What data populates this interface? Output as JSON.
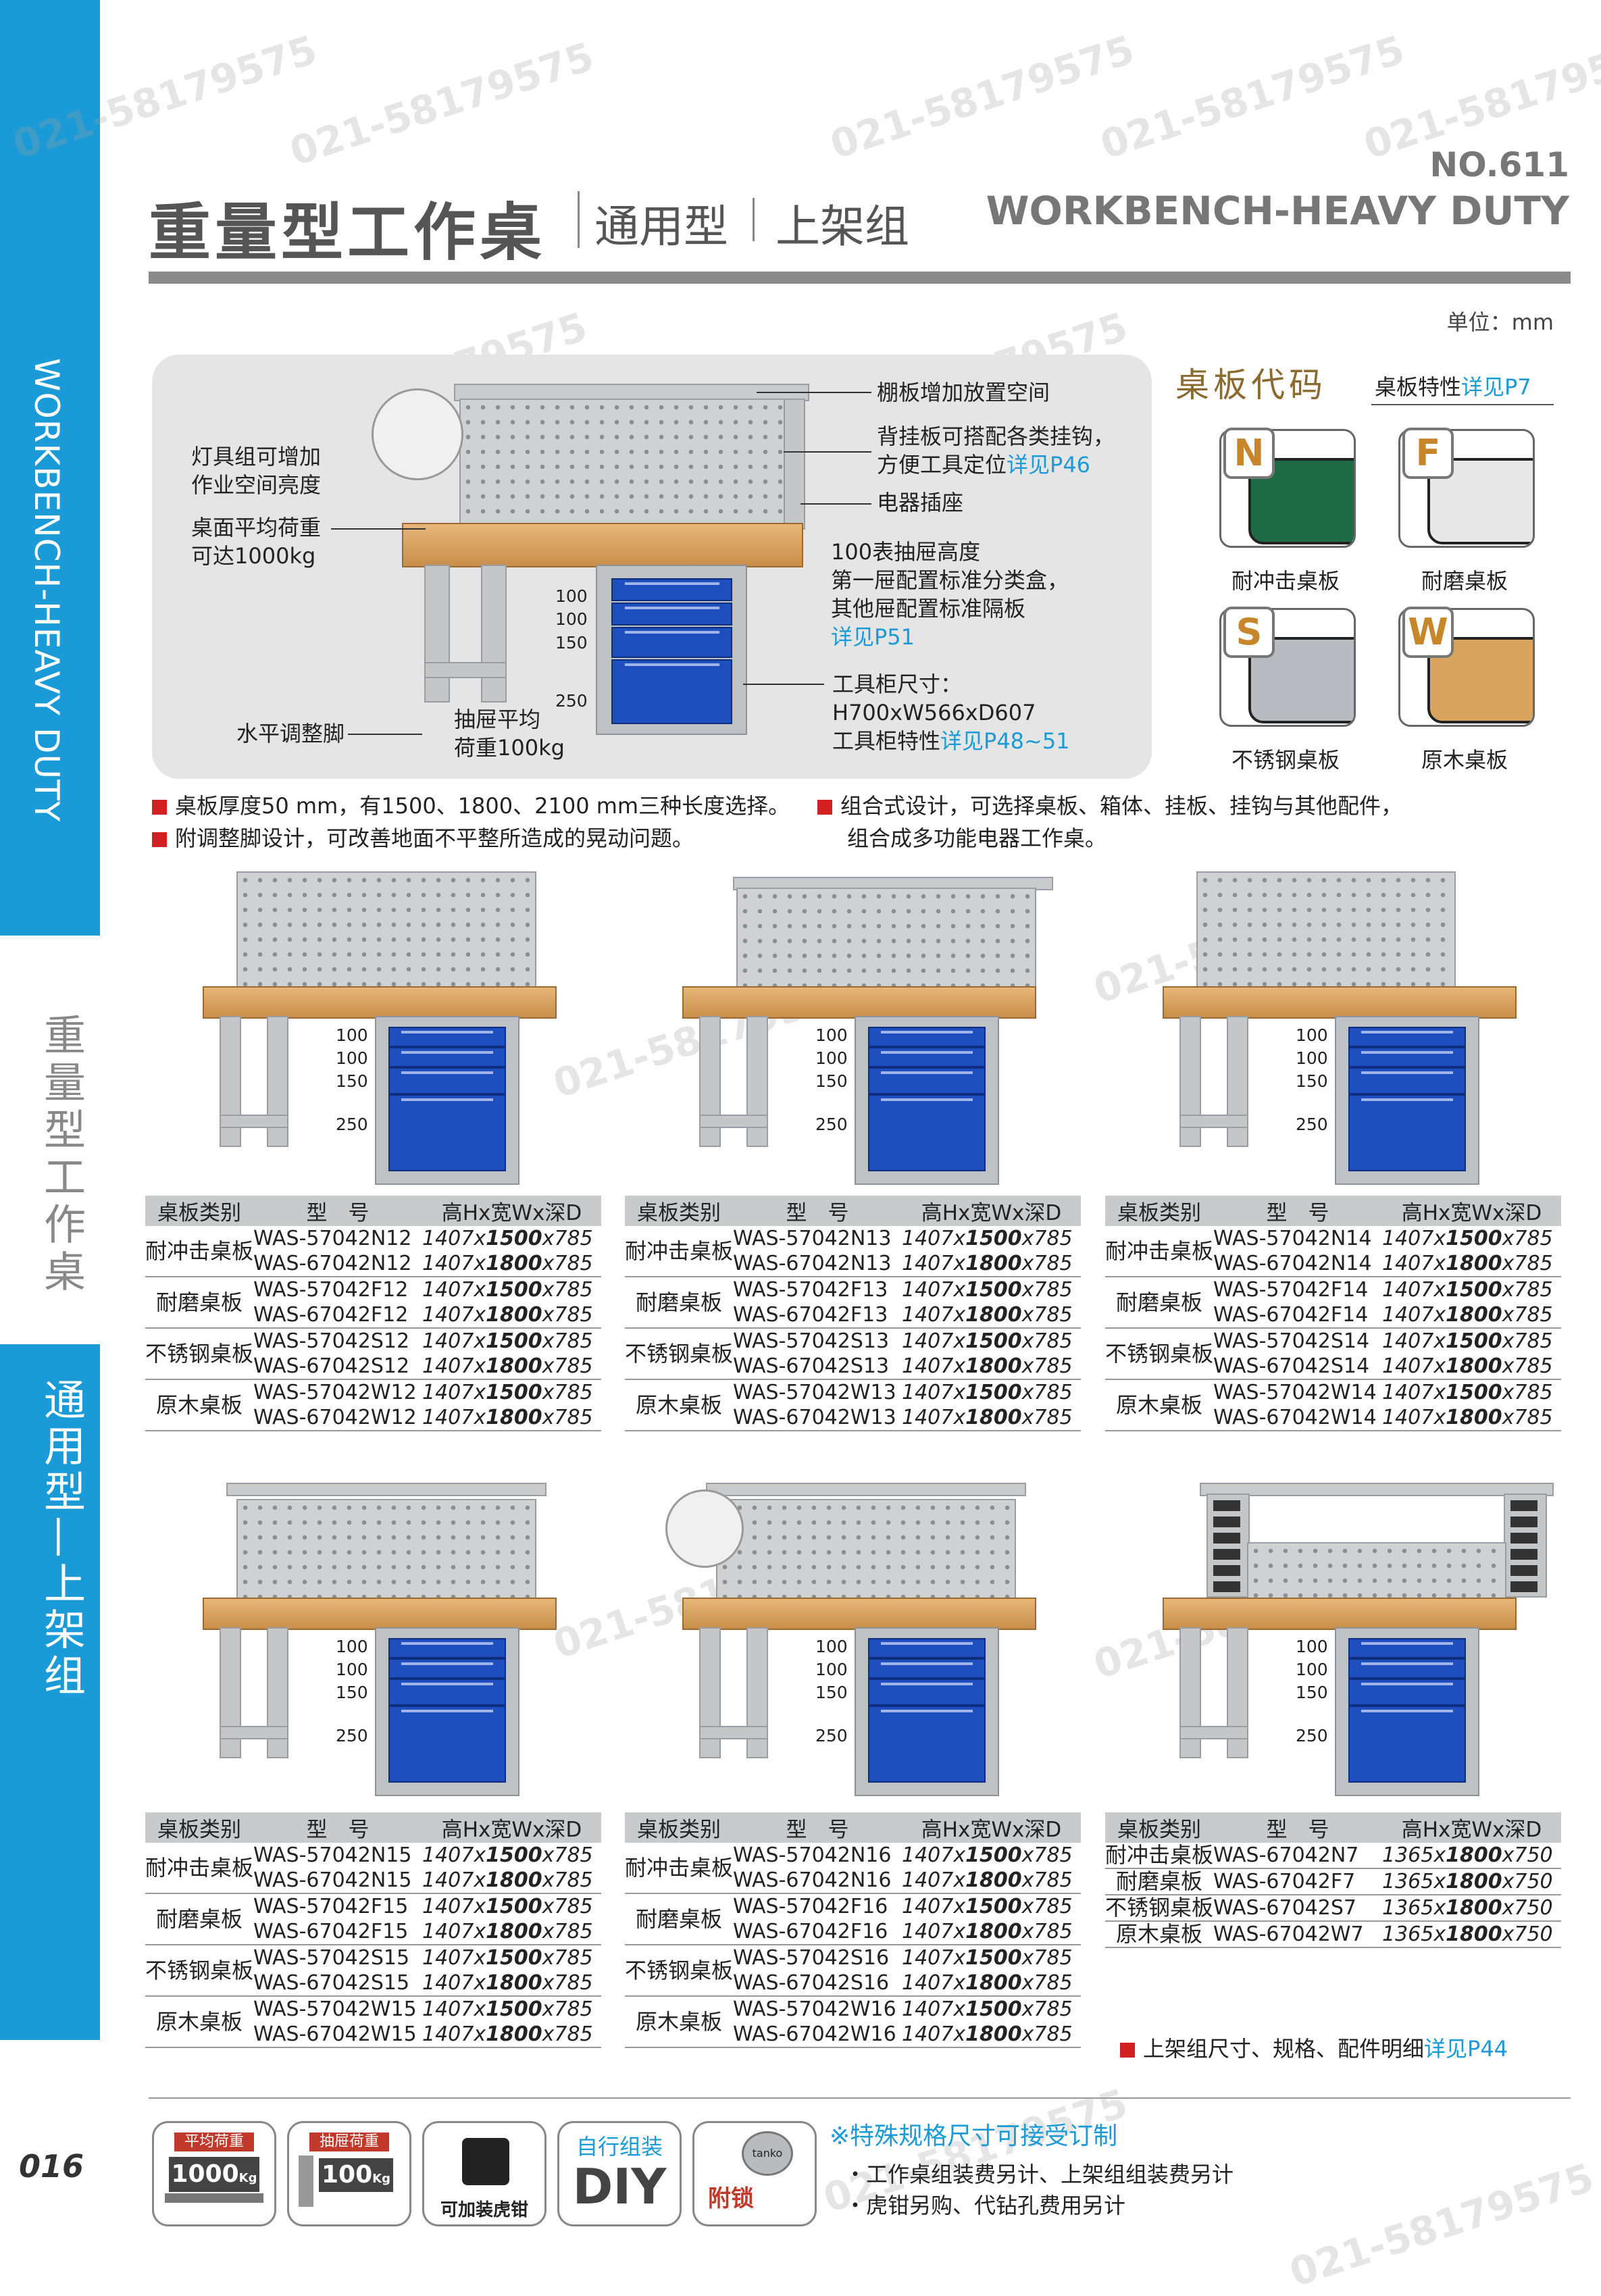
{
  "sidebar": {
    "en": "WORKBENCH-HEAVY DUTY",
    "cn_main": "重量型工作桌",
    "cn_sub": "通用型—上架组",
    "page_no": "016"
  },
  "header": {
    "title": "重量型工作桌",
    "sub1": "通用型",
    "sub2": "上架组",
    "no": "NO.611",
    "en": "WORKBENCH-HEAVY DUTY",
    "unit": "单位：mm"
  },
  "watermark": "021-58179575",
  "features": {
    "shelf": "棚板增加放置空间",
    "pegboard1": "背挂板可搭配各类挂钩，",
    "pegboard2": "方便工具定位",
    "pegboard_link": "详见P46",
    "socket": "电器插座",
    "lamp1": "灯具组可增加",
    "lamp2": "作业空间亮度",
    "load1": "桌面平均荷重",
    "load2": "可达1000kg",
    "drawer1": "100表抽屉高度",
    "drawer2": "第一屉配置标准分类盒，",
    "drawer3": "其他屉配置标准隔板",
    "drawer_link": "详见P51",
    "cab1": "工具柜尺寸：",
    "cab2": "H700xW566xD607",
    "cab3": "工具柜特性",
    "cab_link": "详见P48~51",
    "foot": "水平调整脚",
    "dload1": "抽屉平均",
    "dload2": "荷重100kg",
    "d100a": "100",
    "d100b": "100",
    "d150": "150",
    "d250": "250"
  },
  "codes": {
    "title": "桌板代码",
    "note": "桌板特性",
    "note_link": "详见P7",
    "items": [
      {
        "letter": "N",
        "name": "耐冲击桌板",
        "color": "#1f6b45"
      },
      {
        "letter": "F",
        "name": "耐磨桌板",
        "color": "#e8e8e8"
      },
      {
        "letter": "S",
        "name": "不锈钢桌板",
        "color": "#b8bcc0"
      },
      {
        "letter": "W",
        "name": "原木桌板",
        "color": "#d9a45e"
      }
    ]
  },
  "bullets": {
    "b1": "桌板厚度50 mm，有1500、1800、2100 mm三种长度选择。",
    "b2": "附调整脚设计，可改善地面不平整所造成的晃动问题。",
    "b3": "组合式设计，可选择桌板、箱体、挂板、挂钩与其他配件，",
    "b4": "组合成多功能电器工作桌。"
  },
  "table_header": {
    "cat": "桌板类别",
    "model": "型　号",
    "dim": "高Hx宽Wx深D"
  },
  "tables": [
    {
      "rows": [
        {
          "cat": "耐冲击桌板",
          "models": [
            "WAS-57042N12",
            "WAS-67042N12"
          ],
          "dims": [
            [
              "1407x",
              "1500",
              "x785"
            ],
            [
              "1407x",
              "1800",
              "x785"
            ]
          ]
        },
        {
          "cat": "耐磨桌板",
          "models": [
            "WAS-57042F12",
            "WAS-67042F12"
          ],
          "dims": [
            [
              "1407x",
              "1500",
              "x785"
            ],
            [
              "1407x",
              "1800",
              "x785"
            ]
          ]
        },
        {
          "cat": "不锈钢桌板",
          "models": [
            "WAS-57042S12",
            "WAS-67042S12"
          ],
          "dims": [
            [
              "1407x",
              "1500",
              "x785"
            ],
            [
              "1407x",
              "1800",
              "x785"
            ]
          ]
        },
        {
          "cat": "原木桌板",
          "models": [
            "WAS-57042W12",
            "WAS-67042W12"
          ],
          "dims": [
            [
              "1407x",
              "1500",
              "x785"
            ],
            [
              "1407x",
              "1800",
              "x785"
            ]
          ]
        }
      ]
    },
    {
      "rows": [
        {
          "cat": "耐冲击桌板",
          "models": [
            "WAS-57042N13",
            "WAS-67042N13"
          ],
          "dims": [
            [
              "1407x",
              "1500",
              "x785"
            ],
            [
              "1407x",
              "1800",
              "x785"
            ]
          ]
        },
        {
          "cat": "耐磨桌板",
          "models": [
            "WAS-57042F13",
            "WAS-67042F13"
          ],
          "dims": [
            [
              "1407x",
              "1500",
              "x785"
            ],
            [
              "1407x",
              "1800",
              "x785"
            ]
          ]
        },
        {
          "cat": "不锈钢桌板",
          "models": [
            "WAS-57042S13",
            "WAS-67042S13"
          ],
          "dims": [
            [
              "1407x",
              "1500",
              "x785"
            ],
            [
              "1407x",
              "1800",
              "x785"
            ]
          ]
        },
        {
          "cat": "原木桌板",
          "models": [
            "WAS-57042W13",
            "WAS-67042W13"
          ],
          "dims": [
            [
              "1407x",
              "1500",
              "x785"
            ],
            [
              "1407x",
              "1800",
              "x785"
            ]
          ]
        }
      ]
    },
    {
      "rows": [
        {
          "cat": "耐冲击桌板",
          "models": [
            "WAS-57042N14",
            "WAS-67042N14"
          ],
          "dims": [
            [
              "1407x",
              "1500",
              "x785"
            ],
            [
              "1407x",
              "1800",
              "x785"
            ]
          ]
        },
        {
          "cat": "耐磨桌板",
          "models": [
            "WAS-57042F14",
            "WAS-67042F14"
          ],
          "dims": [
            [
              "1407x",
              "1500",
              "x785"
            ],
            [
              "1407x",
              "1800",
              "x785"
            ]
          ]
        },
        {
          "cat": "不锈钢桌板",
          "models": [
            "WAS-57042S14",
            "WAS-67042S14"
          ],
          "dims": [
            [
              "1407x",
              "1500",
              "x785"
            ],
            [
              "1407x",
              "1800",
              "x785"
            ]
          ]
        },
        {
          "cat": "原木桌板",
          "models": [
            "WAS-57042W14",
            "WAS-67042W14"
          ],
          "dims": [
            [
              "1407x",
              "1500",
              "x785"
            ],
            [
              "1407x",
              "1800",
              "x785"
            ]
          ]
        }
      ]
    },
    {
      "rows": [
        {
          "cat": "耐冲击桌板",
          "models": [
            "WAS-57042N15",
            "WAS-67042N15"
          ],
          "dims": [
            [
              "1407x",
              "1500",
              "x785"
            ],
            [
              "1407x",
              "1800",
              "x785"
            ]
          ]
        },
        {
          "cat": "耐磨桌板",
          "models": [
            "WAS-57042F15",
            "WAS-67042F15"
          ],
          "dims": [
            [
              "1407x",
              "1500",
              "x785"
            ],
            [
              "1407x",
              "1800",
              "x785"
            ]
          ]
        },
        {
          "cat": "不锈钢桌板",
          "models": [
            "WAS-57042S15",
            "WAS-67042S15"
          ],
          "dims": [
            [
              "1407x",
              "1500",
              "x785"
            ],
            [
              "1407x",
              "1800",
              "x785"
            ]
          ]
        },
        {
          "cat": "原木桌板",
          "models": [
            "WAS-57042W15",
            "WAS-67042W15"
          ],
          "dims": [
            [
              "1407x",
              "1500",
              "x785"
            ],
            [
              "1407x",
              "1800",
              "x785"
            ]
          ]
        }
      ]
    },
    {
      "rows": [
        {
          "cat": "耐冲击桌板",
          "models": [
            "WAS-57042N16",
            "WAS-67042N16"
          ],
          "dims": [
            [
              "1407x",
              "1500",
              "x785"
            ],
            [
              "1407x",
              "1800",
              "x785"
            ]
          ]
        },
        {
          "cat": "耐磨桌板",
          "models": [
            "WAS-57042F16",
            "WAS-67042F16"
          ],
          "dims": [
            [
              "1407x",
              "1500",
              "x785"
            ],
            [
              "1407x",
              "1800",
              "x785"
            ]
          ]
        },
        {
          "cat": "不锈钢桌板",
          "models": [
            "WAS-57042S16",
            "WAS-67042S16"
          ],
          "dims": [
            [
              "1407x",
              "1500",
              "x785"
            ],
            [
              "1407x",
              "1800",
              "x785"
            ]
          ]
        },
        {
          "cat": "原木桌板",
          "models": [
            "WAS-57042W16",
            "WAS-67042W16"
          ],
          "dims": [
            [
              "1407x",
              "1500",
              "x785"
            ],
            [
              "1407x",
              "1800",
              "x785"
            ]
          ]
        }
      ]
    },
    {
      "rows": [
        {
          "cat": "耐冲击桌板",
          "models": [
            "WAS-67042N7"
          ],
          "dims": [
            [
              "1365x",
              "1800",
              "x750"
            ]
          ]
        },
        {
          "cat": "耐磨桌板",
          "models": [
            "WAS-67042F7"
          ],
          "dims": [
            [
              "1365x",
              "1800",
              "x750"
            ]
          ]
        },
        {
          "cat": "不锈钢桌板",
          "models": [
            "WAS-67042S7"
          ],
          "dims": [
            [
              "1365x",
              "1800",
              "x750"
            ]
          ]
        },
        {
          "cat": "原木桌板",
          "models": [
            "WAS-67042W7"
          ],
          "dims": [
            [
              "1365x",
              "1800",
              "x750"
            ]
          ]
        }
      ]
    }
  ],
  "shelf_note": {
    "text": "上架组尺寸、规格、配件明细",
    "link": "详见P44"
  },
  "footer": {
    "icon1_top": "平均荷重",
    "icon1_val": "1000",
    "icon1_unit": "Kg",
    "icon2_top": "抽屉荷重",
    "icon2_val": "100",
    "icon2_unit": "Kg",
    "icon3_label": "可加装虎钳",
    "icon4_top": "自行组装",
    "icon4_val": "DIY",
    "icon5_label": "附锁",
    "icon5_brand": "tanko",
    "note1": "※特殊规格尺寸可接受订制",
    "note2": "・工作桌组装费另计、上架组组装费另计",
    "note3": "・虎钳另购、代钻孔费用另计"
  }
}
